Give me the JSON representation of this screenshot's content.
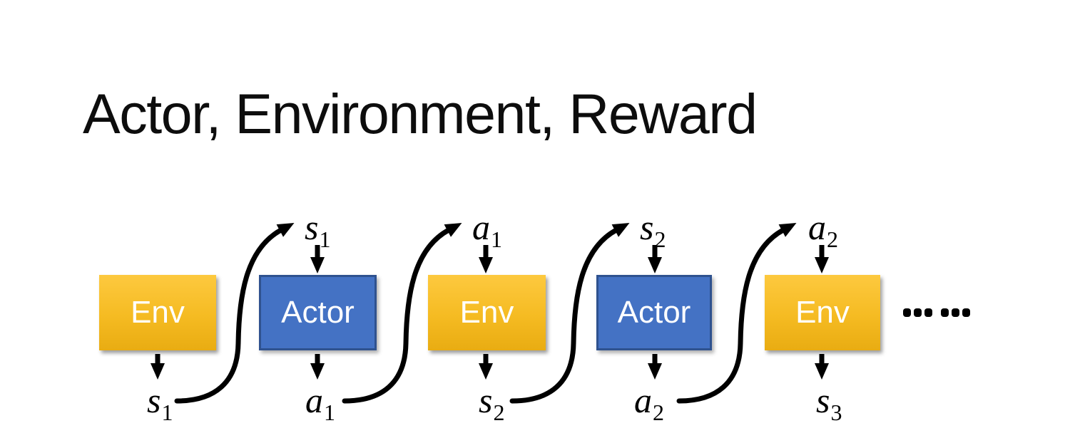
{
  "slide": {
    "title": "Actor, Environment, Reward"
  },
  "diagram": {
    "boxes": [
      {
        "type": "env",
        "label": "Env"
      },
      {
        "type": "actor",
        "label": "Actor"
      },
      {
        "type": "env",
        "label": "Env"
      },
      {
        "type": "actor",
        "label": "Actor"
      },
      {
        "type": "env",
        "label": "Env"
      }
    ],
    "top_labels": [
      {
        "base": "s",
        "sub": "1"
      },
      {
        "base": "a",
        "sub": "1"
      },
      {
        "base": "s",
        "sub": "2"
      },
      {
        "base": "a",
        "sub": "2"
      }
    ],
    "bottom_labels": [
      {
        "base": "s",
        "sub": "1"
      },
      {
        "base": "a",
        "sub": "1"
      },
      {
        "base": "s",
        "sub": "2"
      },
      {
        "base": "a",
        "sub": "2"
      },
      {
        "base": "s",
        "sub": "3"
      }
    ],
    "ellipsis": "……",
    "colors": {
      "env_gradient_top": "#FDC93F",
      "env_gradient_bottom": "#E9AC12",
      "actor_fill": "#4472C4",
      "actor_border": "#2F528F",
      "arrow": "#000000",
      "box_text": "#FFFFFF",
      "title_text": "#0D0D0D"
    }
  }
}
